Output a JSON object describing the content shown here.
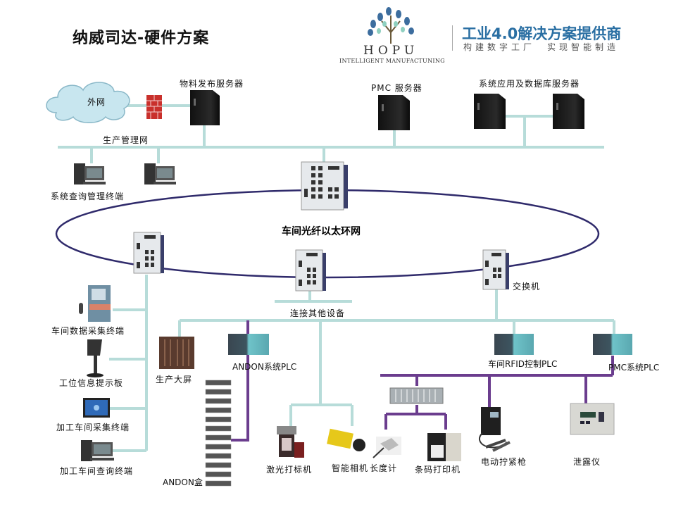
{
  "header": {
    "title": "纳威司达-硬件方案",
    "logo_text": "HOPU",
    "logo_subtext": "INTELLIGENT MANUFACTUNING",
    "slogan_main": "工业4.0解决方案提供商",
    "slogan_sub": "构建数字工厂　实现智能制造"
  },
  "colors": {
    "management_network": "#b7dcd9",
    "fiber_ring": "#2f2a6b",
    "plc_bus": "#6b3d8e",
    "slogan": "#2a6fa3"
  },
  "network": {
    "external_net": "外网",
    "material_server": "物料发布服务器",
    "pmc_server": "PMC 服务器",
    "app_db_server": "系统应用及数据库服务器",
    "mgmt_net": "生产管理网",
    "query_terminal": "系统查询管理终端",
    "fiber_ring": "车间光纤以太环网",
    "switch": "交换机",
    "connect_other": "连接其他设备"
  },
  "devices": {
    "data_collect_terminal": "车间数据采集终端",
    "station_board": "工位信息提示板",
    "machining_collect_terminal": "加工车间采集终端",
    "machining_query_terminal": "加工车间查询终端",
    "big_screen": "生产大屏",
    "andon_plc": "ANDON系统PLC",
    "andon_box": "ANDON盒",
    "laser_marker": "激光打标机",
    "smart_camera": "智能相机",
    "length_gauge": "长度计",
    "barcode_printer": "条码打印机",
    "rfid_plc": "车间RFID控制PLC",
    "pmc_plc": "PMC系统PLC",
    "torque_gun": "电动拧紧枪",
    "leak_tester": "泄露仪"
  }
}
